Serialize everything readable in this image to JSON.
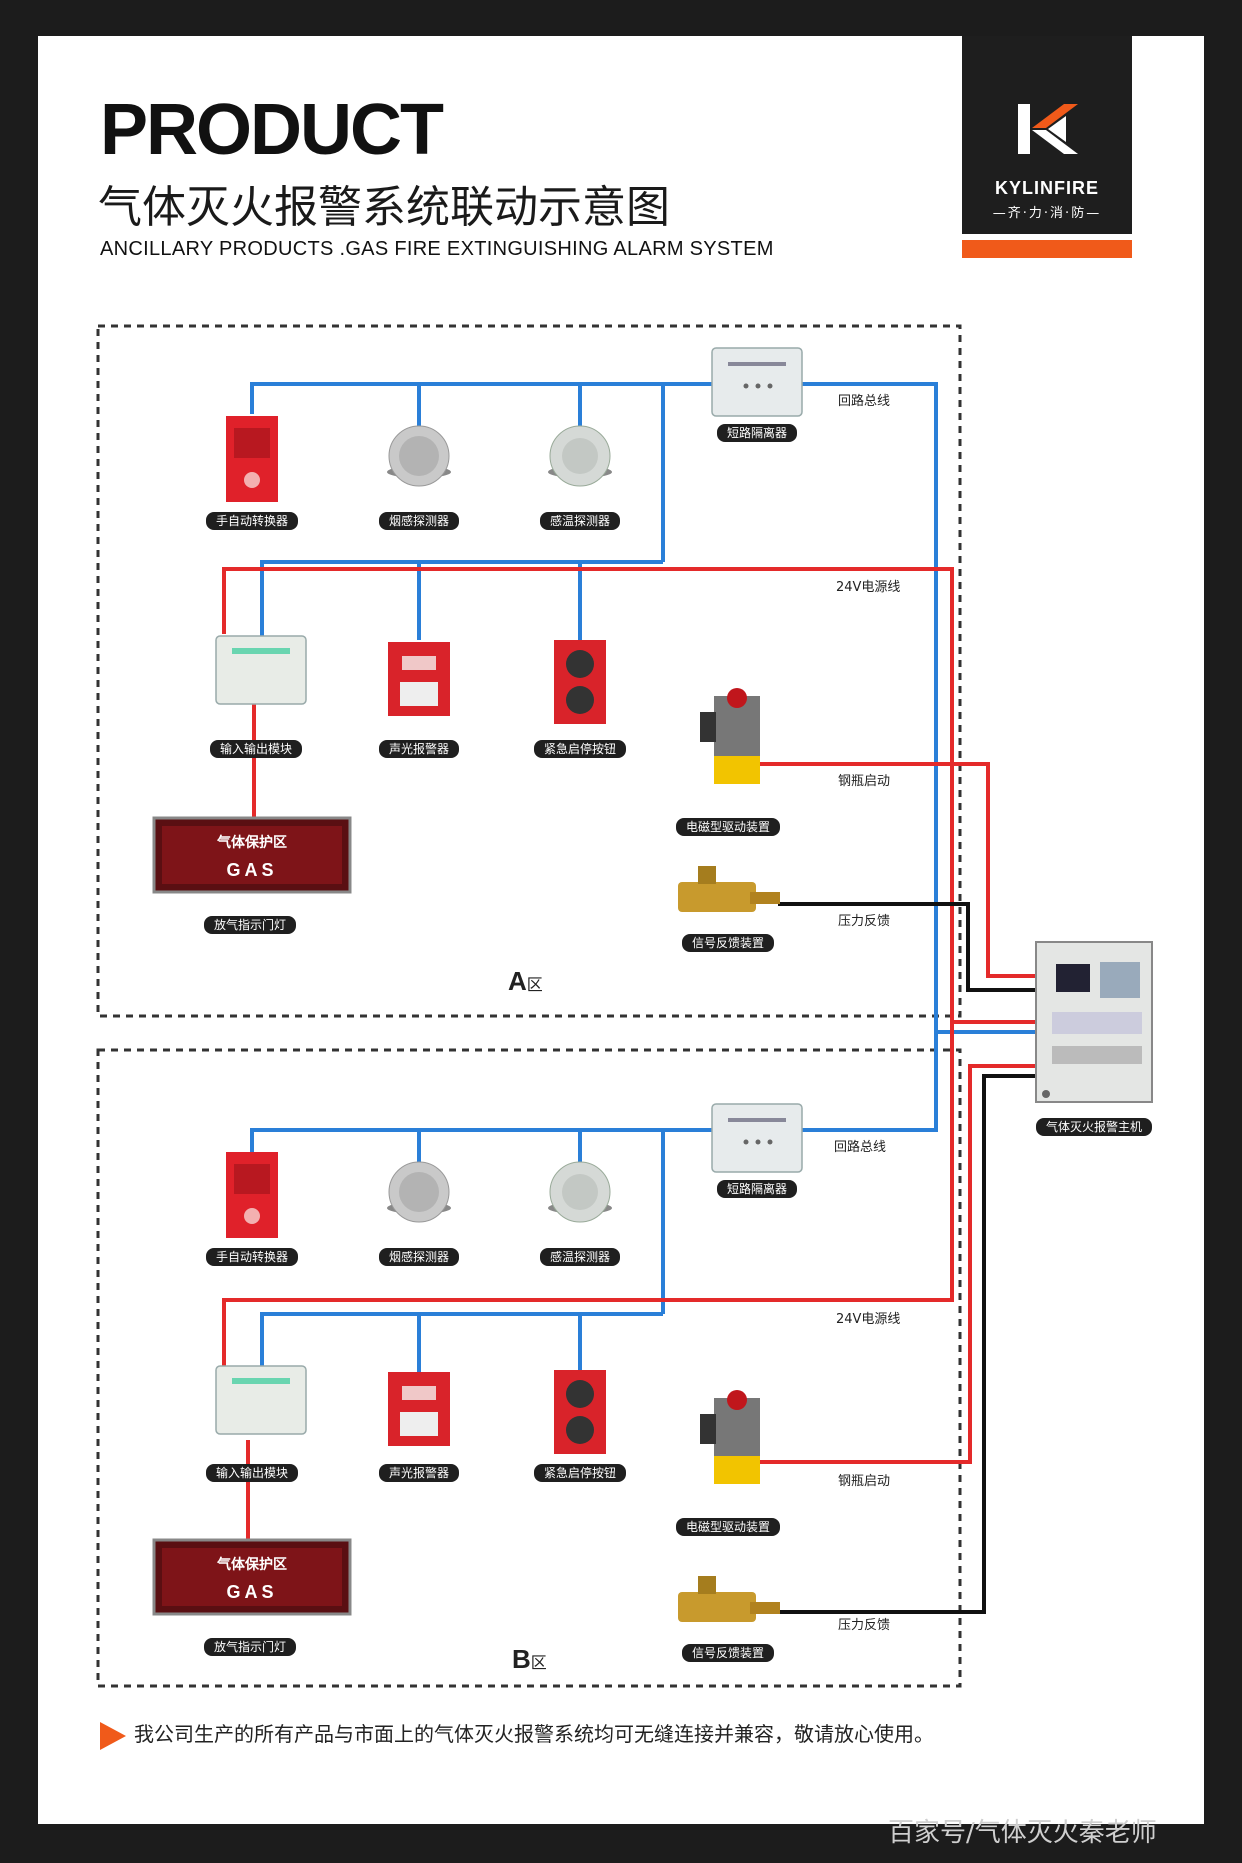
{
  "header": {
    "title": "PRODUCT",
    "cn_title": "气体灭火报警系统联动示意图",
    "en_subtitle": "ANCILLARY PRODUCTS .GAS FIRE EXTINGUISHING ALARM SYSTEM"
  },
  "logo": {
    "name": "KYLINFIRE",
    "tagline": "—齐·力·消·防—",
    "colors": {
      "bg": "#1e1e1e",
      "accent": "#f05a1a"
    }
  },
  "zone_a": {
    "zone_letter": "A",
    "zone_suffix": "区",
    "wire_loop": "回路总线",
    "wire_power": "24V电源线",
    "wire_cylinder": "钢瓶启动",
    "wire_pressure": "压力反馈",
    "devices": {
      "isolator": "短路隔离器",
      "switcher": "手自动转换器",
      "smoke": "烟感探测器",
      "heat": "感温探测器",
      "io_module": "输入输出模块",
      "sounder": "声光报警器",
      "button": "紧急启停按钮",
      "solenoid": "电磁型驱动装置",
      "signal": "信号反馈装置",
      "door_light": "放气指示门灯"
    },
    "gas_panel": {
      "line1": "气体保护区",
      "line2": "GAS"
    }
  },
  "zone_b": {
    "zone_letter": "B",
    "zone_suffix": "区",
    "wire_loop": "回路总线",
    "wire_power": "24V电源线",
    "wire_cylinder": "钢瓶启动",
    "wire_pressure": "压力反馈",
    "devices": {
      "isolator": "短路隔离器",
      "switcher": "手自动转换器",
      "smoke": "烟感探测器",
      "heat": "感温探测器",
      "io_module": "输入输出模块",
      "sounder": "声光报警器",
      "button": "紧急启停按钮",
      "solenoid": "电磁型驱动装置",
      "signal": "信号反馈装置",
      "door_light": "放气指示门灯"
    },
    "gas_panel": {
      "line1": "气体保护区",
      "line2": "GAS"
    }
  },
  "controller": {
    "label": "气体灭火报警主机"
  },
  "footer": {
    "text": "我公司生产的所有产品与市面上的气体灭火报警系统均可无缝连接并兼容，敬请放心使用。"
  },
  "watermark": {
    "text": "百家号/气体灭火秦老师"
  },
  "colors": {
    "loop_bus": "#2a7fd8",
    "power": "#e42a2a",
    "signal": "#111111"
  }
}
